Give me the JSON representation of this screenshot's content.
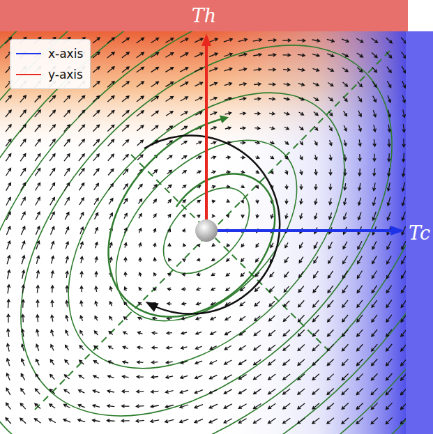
{
  "diagram": {
    "nodes": [
      {
        "text": [
          "Th"
        ]
      },
      {
        "text": [
          "Tc"
        ]
      }
    ],
    "legend": [
      {
        "text": "x-axis"
      },
      {
        "text": "y-axis"
      }
    ]
  }
}
